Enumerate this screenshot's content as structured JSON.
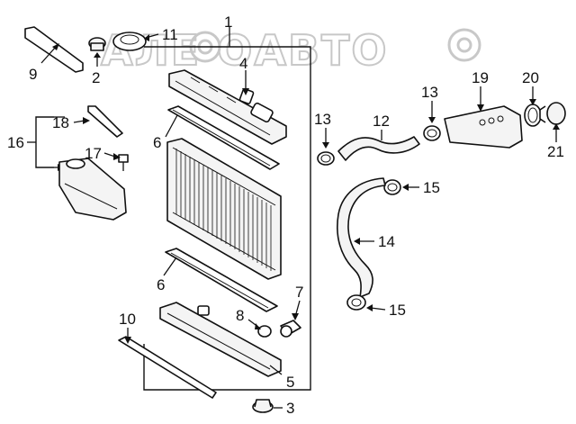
{
  "watermark": "АЛЕ ОАВТО",
  "callouts": {
    "c1": "1",
    "c2": "2",
    "c3": "3",
    "c4": "4",
    "c5": "5",
    "c6a": "6",
    "c6b": "6",
    "c7": "7",
    "c8": "8",
    "c9": "9",
    "c10": "10",
    "c11": "11",
    "c12": "12",
    "c13a": "13",
    "c13b": "13",
    "c14": "14",
    "c15a": "15",
    "c15b": "15",
    "c16": "16",
    "c17": "17",
    "c18": "18",
    "c19": "19",
    "c20": "20",
    "c21": "21"
  }
}
